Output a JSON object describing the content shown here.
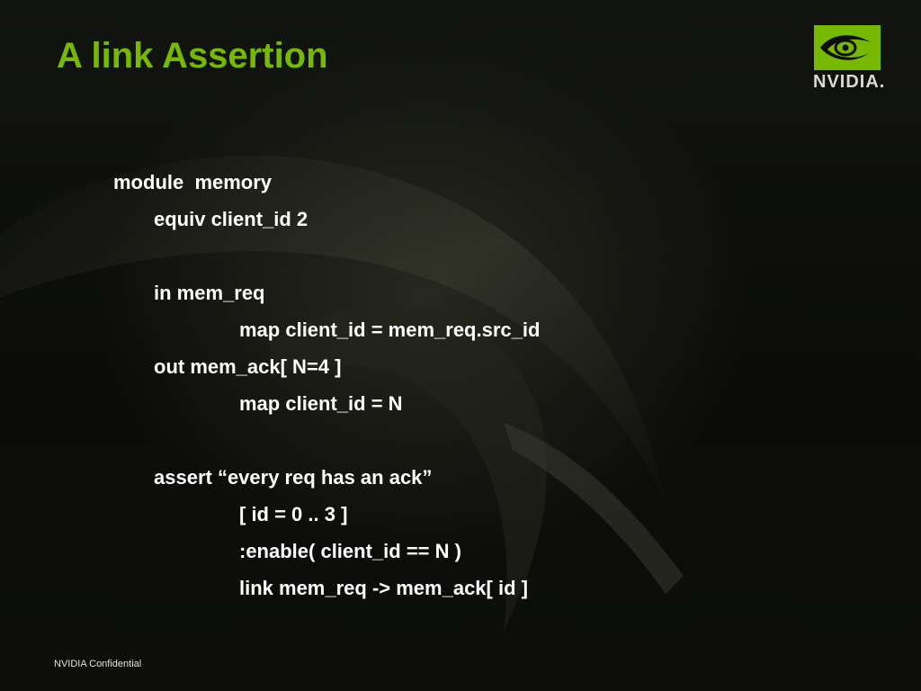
{
  "slide": {
    "title": "A link Assertion",
    "logo_text": "NVIDIA.",
    "footer": "NVIDIA Confidential"
  },
  "code_lines": [
    "module  memory",
    "equiv client_id 2",
    "in mem_req",
    "map client_id = mem_req.src_id",
    "out mem_ack[ N=4 ]",
    "map client_id = N",
    "assert “every req has an ack”",
    "[ id = 0 .. 3 ]",
    ":enable( client_id == N )",
    "link mem_req -> mem_ack[ id ]"
  ],
  "colors": {
    "title": "#76b900",
    "text": "#ffffff",
    "background": "#0c0d0a"
  }
}
